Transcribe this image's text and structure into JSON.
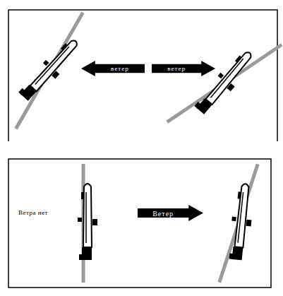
{
  "diagram": {
    "nodes": [
      {
        "text": [
          "ветер"
        ]
      },
      {
        "text": [
          "ветер"
        ]
      },
      {
        "text": [
          "Ветер"
        ]
      }
    ],
    "labels": [
      "Ветра нет"
    ]
  }
}
